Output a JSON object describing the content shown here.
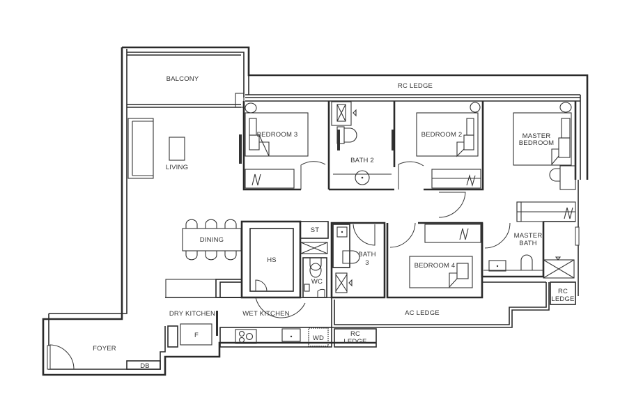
{
  "floorplan": {
    "rooms": {
      "balcony": "BALCONY",
      "living": "LIVING",
      "rc_ledge_top": "RC LEDGE",
      "bedroom3": "BEDROOM 3",
      "bath2": "BATH 2",
      "bedroom2": "BEDROOM 2",
      "master_bedroom_1": "MASTER",
      "master_bedroom_2": "BEDROOM",
      "dining": "DINING",
      "hs": "HS",
      "st": "ST",
      "wc": "WC",
      "bath3_1": "BATH",
      "bath3_2": "3",
      "bedroom4": "BEDROOM 4",
      "master_bath_1": "MASTER",
      "master_bath_2": "BATH",
      "rc_ledge_right_1": "RC",
      "rc_ledge_right_2": "LEDGE",
      "ac_ledge": "AC LEDGE",
      "dry_kitchen": "DRY KITCHEN",
      "wet_kitchen": "WET KITCHEN",
      "fridge": "F",
      "wd": "WD",
      "rc_ledge_kitchen_1": "RC",
      "rc_ledge_kitchen_2": "LEDGE",
      "foyer": "FOYER",
      "db": "DB"
    },
    "colors": {
      "wall": "#2a2a2a",
      "background": "#ffffff"
    }
  }
}
